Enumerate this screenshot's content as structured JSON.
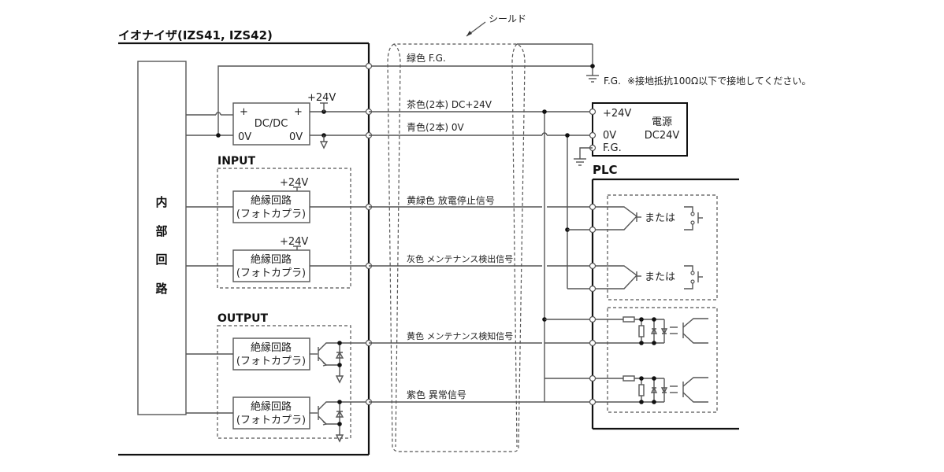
{
  "diagram": {
    "title": "イオナイザ(IZS41, IZS42)",
    "internal_circuit_label": [
      "内",
      "部",
      "回",
      "路"
    ],
    "dcdc": {
      "label": "DC/DC",
      "plus_in": "+",
      "plus_out": "+",
      "zero_in": "0V",
      "zero_out": "0V",
      "supply_label": "+24V"
    },
    "input_section": {
      "title": "INPUT",
      "blocks": [
        {
          "line1": "絶縁回路",
          "line2": "(フォトカプラ)",
          "supply": "+24V"
        },
        {
          "line1": "絶縁回路",
          "line2": "(フォトカプラ)",
          "supply": "+24V"
        }
      ]
    },
    "output_section": {
      "title": "OUTPUT",
      "blocks": [
        {
          "line1": "絶縁回路",
          "line2": "(フォトカプラ)"
        },
        {
          "line1": "絶縁回路",
          "line2": "(フォトカプラ)"
        }
      ]
    },
    "shield_label": "シールド",
    "wires": [
      {
        "label": "緑色 F.G."
      },
      {
        "label": "茶色(2本) DC+24V"
      },
      {
        "label": "青色(2本) 0V"
      },
      {
        "label": "黄緑色 放電停止信号"
      },
      {
        "label": "灰色 メンテナンス検出信号"
      },
      {
        "label": "黄色 メンテナンス検知信号"
      },
      {
        "label": "紫色 異常信号"
      }
    ],
    "ground_note": {
      "label": "F.G.",
      "note": "※接地抵抗100Ω以下で接地してください。"
    },
    "power_supply": {
      "plus": "+24V",
      "zero": "0V",
      "fg": "F.G.",
      "name_line1": "電源",
      "name_line2": "DC24V"
    },
    "plc": {
      "title": "PLC",
      "or_label": "または"
    }
  }
}
